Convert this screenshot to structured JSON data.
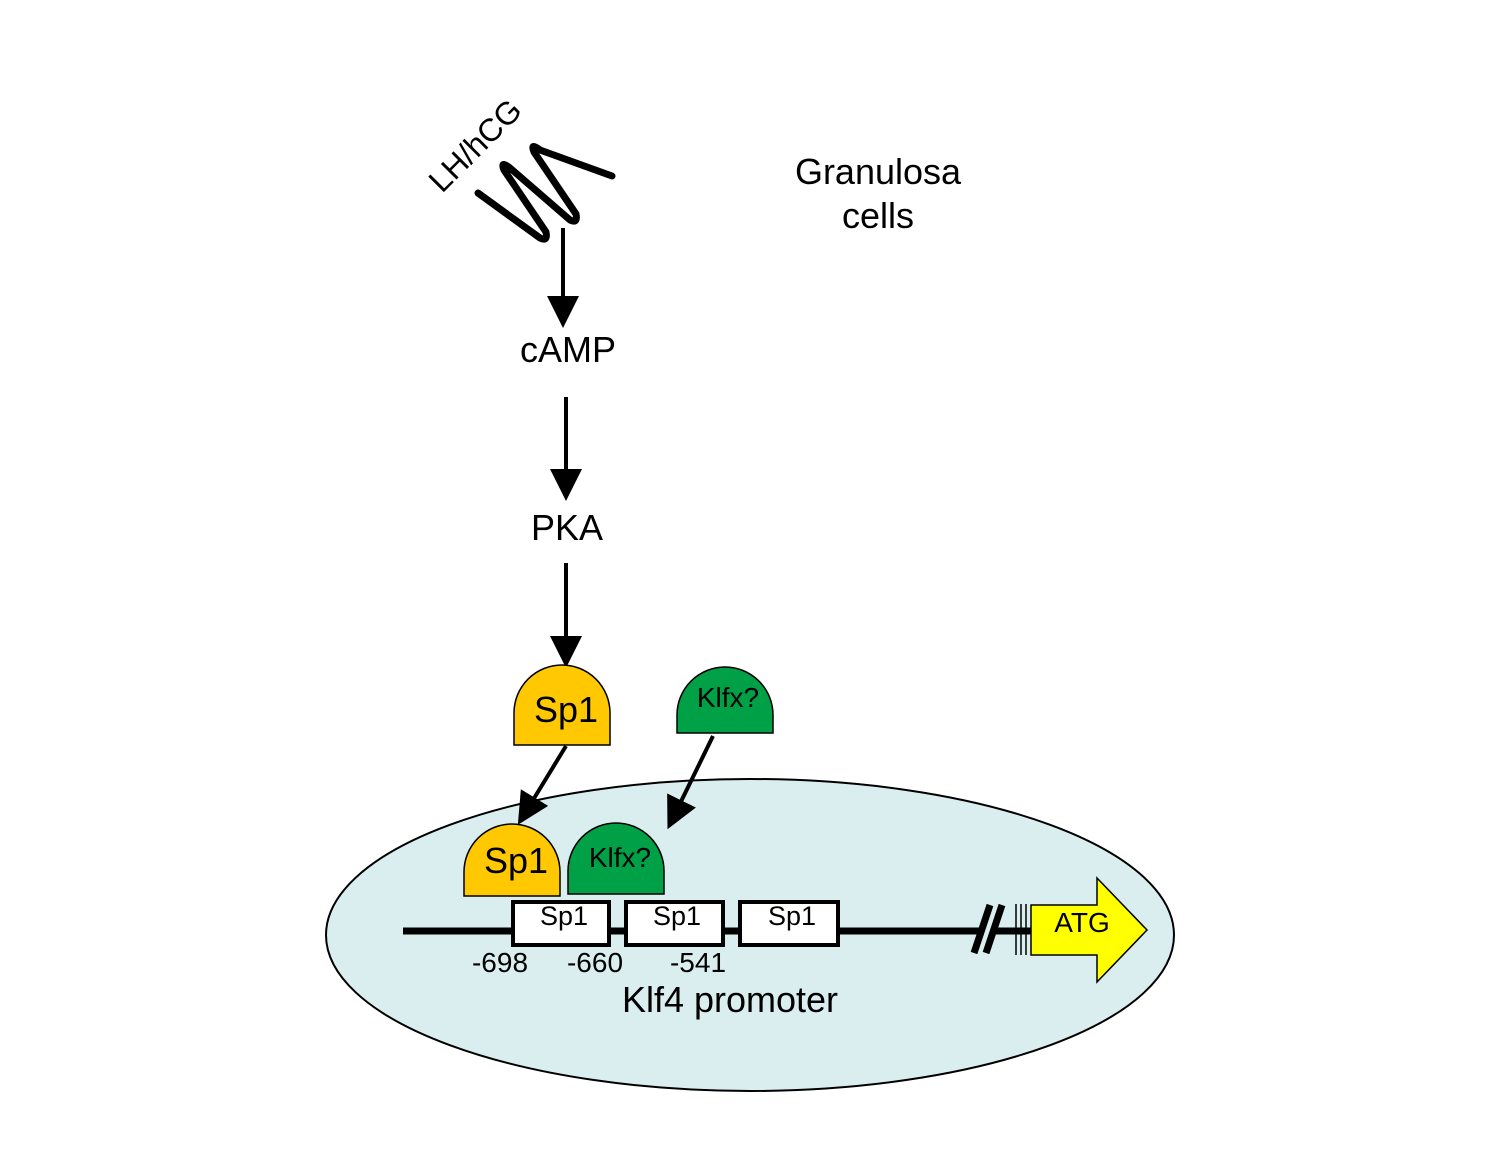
{
  "receptor": {
    "label": "LH/hCG"
  },
  "cell_type": {
    "line1": "Granulosa",
    "line2": "cells"
  },
  "pathway": {
    "camp": "cAMP",
    "pka": "PKA"
  },
  "factors": {
    "sp1_free": "Sp1",
    "klfx_free": "Klfx?",
    "sp1_bound": "Sp1",
    "klfx_bound": "Klfx?"
  },
  "promoter": {
    "sites": [
      "Sp1",
      "Sp1",
      "Sp1"
    ],
    "positions": [
      "-698",
      "-660",
      "-541"
    ],
    "start_codon": "ATG",
    "label": "Klf4 promoter"
  },
  "colors": {
    "sp1": "#FFC800",
    "klfx": "#00A047",
    "nucleus": "#DAEEF0",
    "atg_arrow": "#FFFF00"
  }
}
